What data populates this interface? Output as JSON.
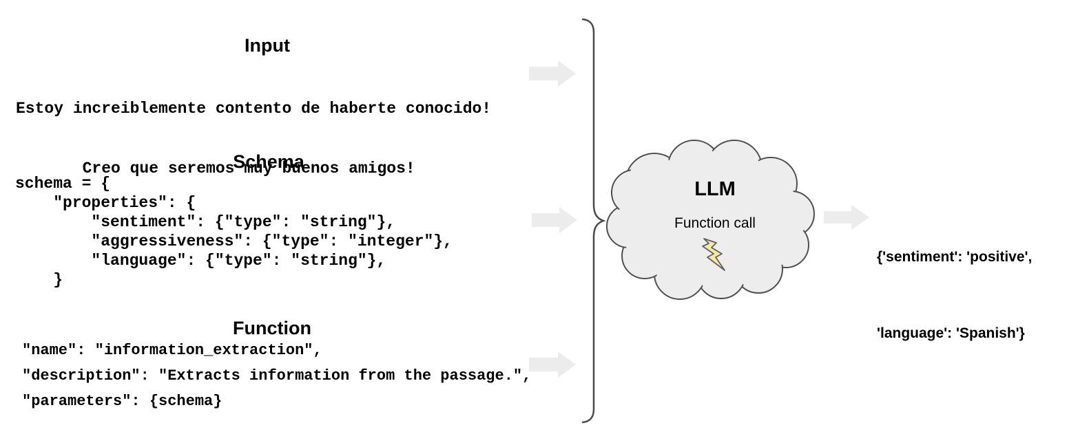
{
  "diagram": {
    "input": {
      "title": "Input",
      "line1": "Estoy increiblemente contento de haberte conocido!",
      "line2": "       Creo que seremos muy buenos amigos!"
    },
    "schema": {
      "title": "Schema",
      "code": "schema = {\n    \"properties\": {\n        \"sentiment\": {\"type\": \"string\"},\n        \"aggressiveness\": {\"type\": \"integer\"},\n        \"language\": {\"type\": \"string\"},\n    }"
    },
    "function": {
      "title": "Function",
      "line1": "\"name\": \"information_extraction\",",
      "line2": "\"description\": \"Extracts information from the passage.\",",
      "line3": "\"parameters\": {schema}"
    },
    "llm": {
      "title": "LLM",
      "subtitle": "Function call",
      "icon": "lightning-bolt-icon"
    },
    "output": {
      "line1": "{'sentiment': 'positive',",
      "line2": "'language': 'Spanish'}"
    },
    "colors": {
      "background": "#ffffff",
      "text": "#000000",
      "arrow_fill": "#ececec",
      "cloud_fill": "#ededed",
      "cloud_stroke": "#4f4f4f",
      "brace_stroke": "#4a4a4a",
      "bolt_fill": "#f6e7a1",
      "bolt_stroke": "#5f5f5f"
    }
  }
}
